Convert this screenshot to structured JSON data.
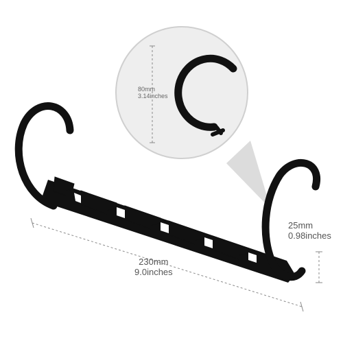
{
  "product": {
    "name": "hanger-connector",
    "colors": {
      "plastic": "#111111",
      "dimension_line": "#8a8a8a",
      "magnifier_fill": "#ececec",
      "magnifier_border": "#d0d0d0",
      "cone": "#d6d6d6"
    }
  },
  "dimensions": {
    "hook_diameter_mm": "80mm",
    "hook_diameter_in": "3.14inches",
    "length_mm": "230mm",
    "length_in": "9.0inches",
    "thickness_mm": "25mm",
    "thickness_in": "0.98inches"
  }
}
